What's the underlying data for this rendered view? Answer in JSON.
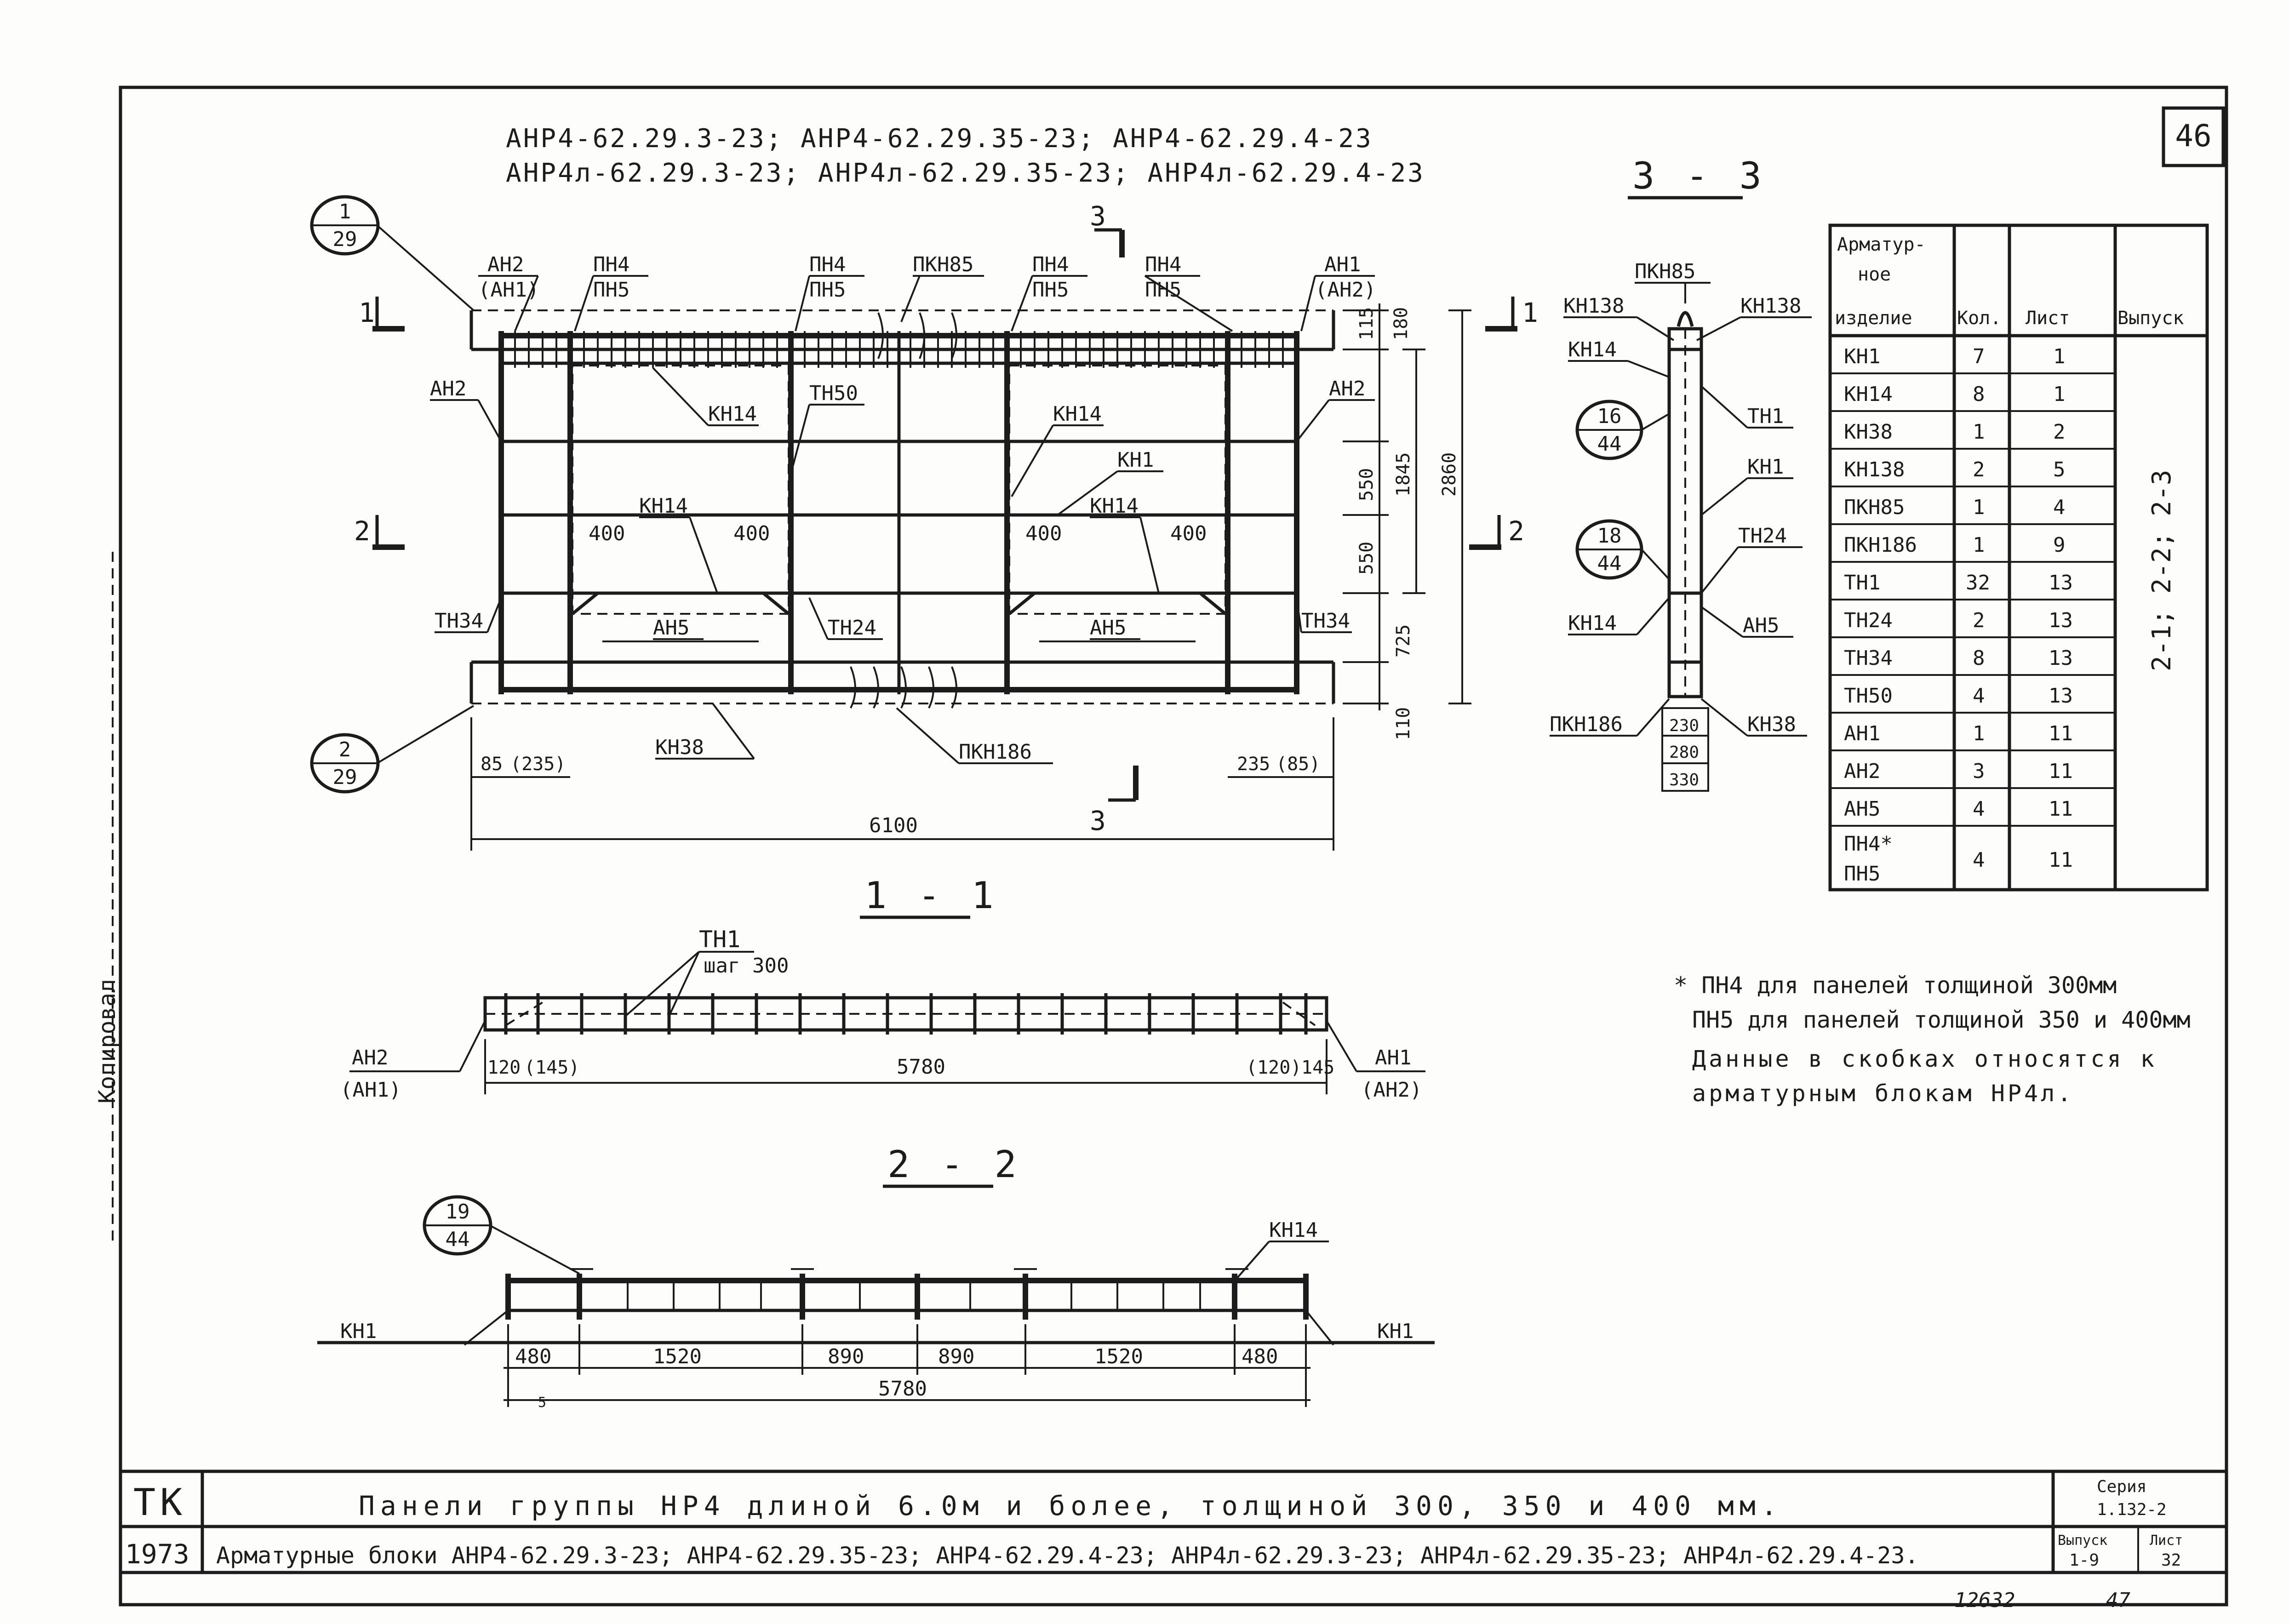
{
  "sheet": {
    "page_number": "46",
    "stamp_number": "12632",
    "stamp_page": "47"
  },
  "header": {
    "codes_line1": "АНР4-62.29.3-23; АНР4-62.29.35-23; АНР4-62.29.4-23",
    "codes_line2": "АНР4л-62.29.3-23; АНР4л-62.29.35-23; АНР4л-62.29.4-23"
  },
  "elevation": {
    "callout_top": {
      "num": "1",
      "sheet": "29"
    },
    "callout_bottom": {
      "num": "2",
      "sheet": "29"
    },
    "cut_marks": {
      "cut1": "1",
      "cut2": "2",
      "cut3": "3"
    },
    "labels": {
      "an2_top": "АН2",
      "an1_paren_top": "(АН1)",
      "pn4_1": "ПН4",
      "pn5_1": "ПН5",
      "pn4_2": "ПН4",
      "pn5_2": "ПН5",
      "pkn85": "ПКН85",
      "pn4_3": "ПН4",
      "pn5_3": "ПН5",
      "pn4_4": "ПН4",
      "pn5_4": "ПН5",
      "an1_top": "АН1",
      "an2_paren_top": "(АН2)",
      "an2_left": "АН2",
      "an2_right": "АН2",
      "kn14_a": "КН14",
      "tn50": "ТН50",
      "kn14_b": "КН14",
      "kn1": "КН1",
      "kn14_c": "КН14",
      "kn14_d": "КН14",
      "d400_a": "400",
      "d400_b": "400",
      "d400_c": "400",
      "d400_d": "400",
      "tn34_left": "ТН34",
      "tn34_right": "ТН34",
      "an5_a": "АН5",
      "tn24": "ТН24",
      "an5_b": "АН5",
      "kn38": "КН38",
      "pkn186": "ПКН186"
    },
    "dims": {
      "d180": "180",
      "d115": "115",
      "d550a": "550",
      "d550b": "550",
      "d1845": "1845",
      "d2860": "2860",
      "d725": "725",
      "d110": "110",
      "d85": "85",
      "d235": "(235)",
      "d235r": "235",
      "d85r": "(85)",
      "d6100": "6100"
    }
  },
  "section33": {
    "title": "3 - 3",
    "labels": {
      "pkn85": "ПКН85",
      "kn138_l": "КН138",
      "kn138_r": "КН138",
      "kn14_top": "КН14",
      "tn1": "ТН1",
      "kn1": "КН1",
      "tn24": "ТН24",
      "kn14_bottom": "КН14",
      "an5": "АН5",
      "pkn186": "ПКН186",
      "kn38": "КН38"
    },
    "callout_a": {
      "num": "16",
      "sheet": "44"
    },
    "callout_b": {
      "num": "18",
      "sheet": "44"
    },
    "dims": {
      "d230": "230",
      "d280": "280",
      "d330": "330"
    }
  },
  "spec_table": {
    "headers": [
      "Арматур-\nное\nизделие",
      "Кол.",
      "Лист",
      "Выпуск"
    ],
    "header_lines": [
      "Арматур-",
      "ное",
      "изделие"
    ],
    "rows": [
      [
        "КН1",
        "7",
        "1"
      ],
      [
        "КН14",
        "8",
        "1"
      ],
      [
        "КН38",
        "1",
        "2"
      ],
      [
        "КН138",
        "2",
        "5"
      ],
      [
        "ПКН85",
        "1",
        "4"
      ],
      [
        "ПКН186",
        "1",
        "9"
      ],
      [
        "ТН1",
        "32",
        "13"
      ],
      [
        "ТН24",
        "2",
        "13"
      ],
      [
        "ТН34",
        "8",
        "13"
      ],
      [
        "ТН50",
        "4",
        "13"
      ],
      [
        "АН1",
        "1",
        "11"
      ],
      [
        "АН2",
        "3",
        "11"
      ],
      [
        "АН5",
        "4",
        "11"
      ]
    ],
    "last_row": {
      "item1": "ПН4*",
      "item2": "ПН5",
      "qty": "4",
      "sheet": "11"
    },
    "release": "2-1; 2-2; 2-3"
  },
  "notes": {
    "line1": "* ПН4 для панелей толщиной 300мм",
    "line2": "ПН5 для панелей толщиной 350 и 400мм",
    "line3": "Данные в скобках относятся к",
    "line4": "арматурным блокам НР4л."
  },
  "section11": {
    "title": "1 - 1",
    "tn1": "ТН1",
    "step": "шаг 300",
    "an2": "АН2",
    "an1_paren": "(АН1)",
    "an1": "АН1",
    "an2_paren": "(АН2)",
    "d120": "120",
    "d145": "(145)",
    "d5780": "5780",
    "d120r": "(120)",
    "d145r": "145"
  },
  "section22": {
    "title": "2 - 2",
    "callout": {
      "num": "19",
      "sheet": "44"
    },
    "kn14": "КН14",
    "kn1_left": "КН1",
    "kn1_right": "КН1",
    "dims": [
      "480",
      "1520",
      "890",
      "890",
      "1520",
      "480"
    ],
    "total": "5780",
    "small": "5"
  },
  "title_block": {
    "tk": "ТК",
    "year": "1973",
    "title_line1": "Панели группы НР4 длиной 6.0м и более, толщиной 300, 350 и 400 мм.",
    "title_line2": "Арматурные блоки АНР4-62.29.3-23; АНР4-62.29.35-23; АНР4-62.29.4-23; АНР4л-62.29.3-23; АНР4л-62.29.35-23; АНР4л-62.29.4-23.",
    "series_label": "Серия",
    "series": "1.132-2",
    "issue_label": "Выпуск",
    "issue": "1-9",
    "sheet_label": "Лист",
    "sheet_num": "32"
  },
  "side": {
    "vertical_text": "Копировал"
  }
}
